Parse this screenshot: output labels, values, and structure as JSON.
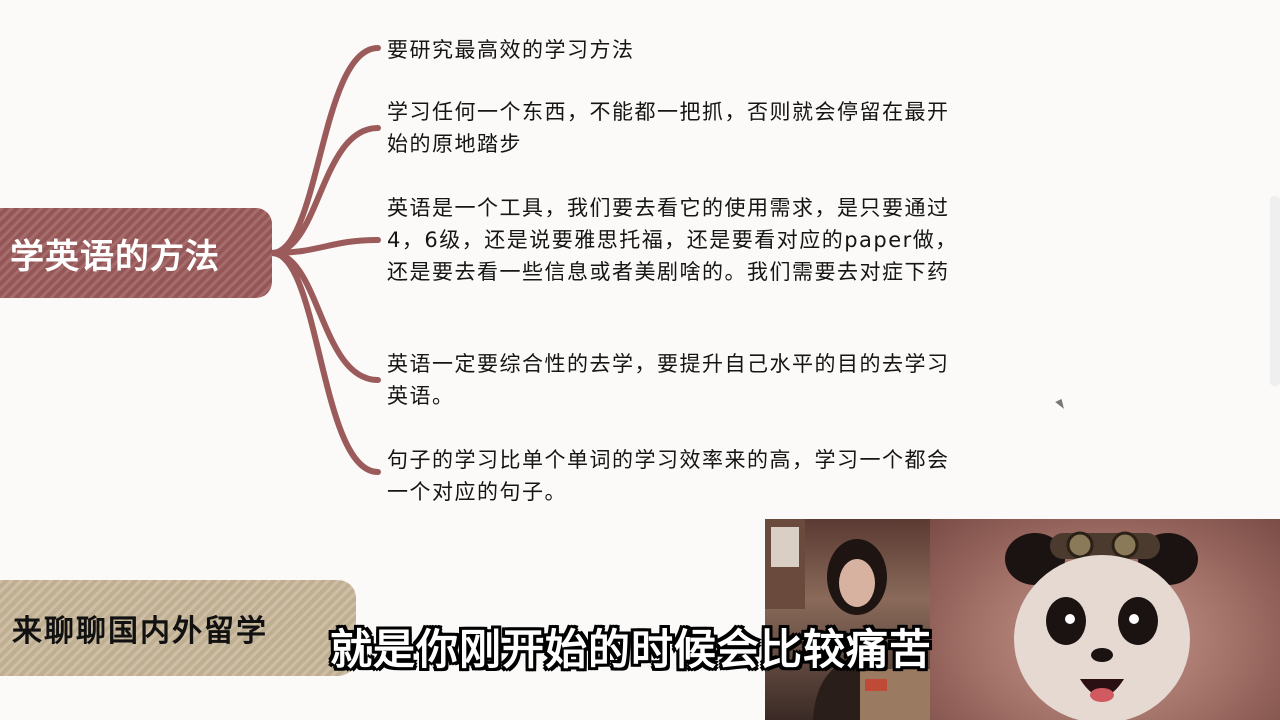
{
  "mindmap": {
    "central_topic": "学英语的方法",
    "branches": [
      {
        "text": "要研究最高效的学习方法"
      },
      {
        "text": "学习任何一个东西，不能都一把抓，否则就会停留在最开始的原地踏步"
      },
      {
        "text": "英语是一个工具，我们要去看它的使用需求，是只要通过4，6级，还是说要雅思托福，还是要看对应的paper做，还是要去看一些信息或者美剧啥的。我们需要去对症下药"
      },
      {
        "text": "英语一定要综合性的去学，要提升自己水平的目的去学习英语。"
      },
      {
        "text": "句子的学习比单个单词的学习效率来的高，学习一个都会一个对应的句子。"
      }
    ],
    "branch_color": "#9c5b5b"
  },
  "channel_banner": {
    "label": "来聊聊国内外留学",
    "color": "#c6b598"
  },
  "subtitle": {
    "text": "就是你刚开始的时候会比较痛苦"
  },
  "icons": {
    "cursor": "cursor-icon"
  }
}
